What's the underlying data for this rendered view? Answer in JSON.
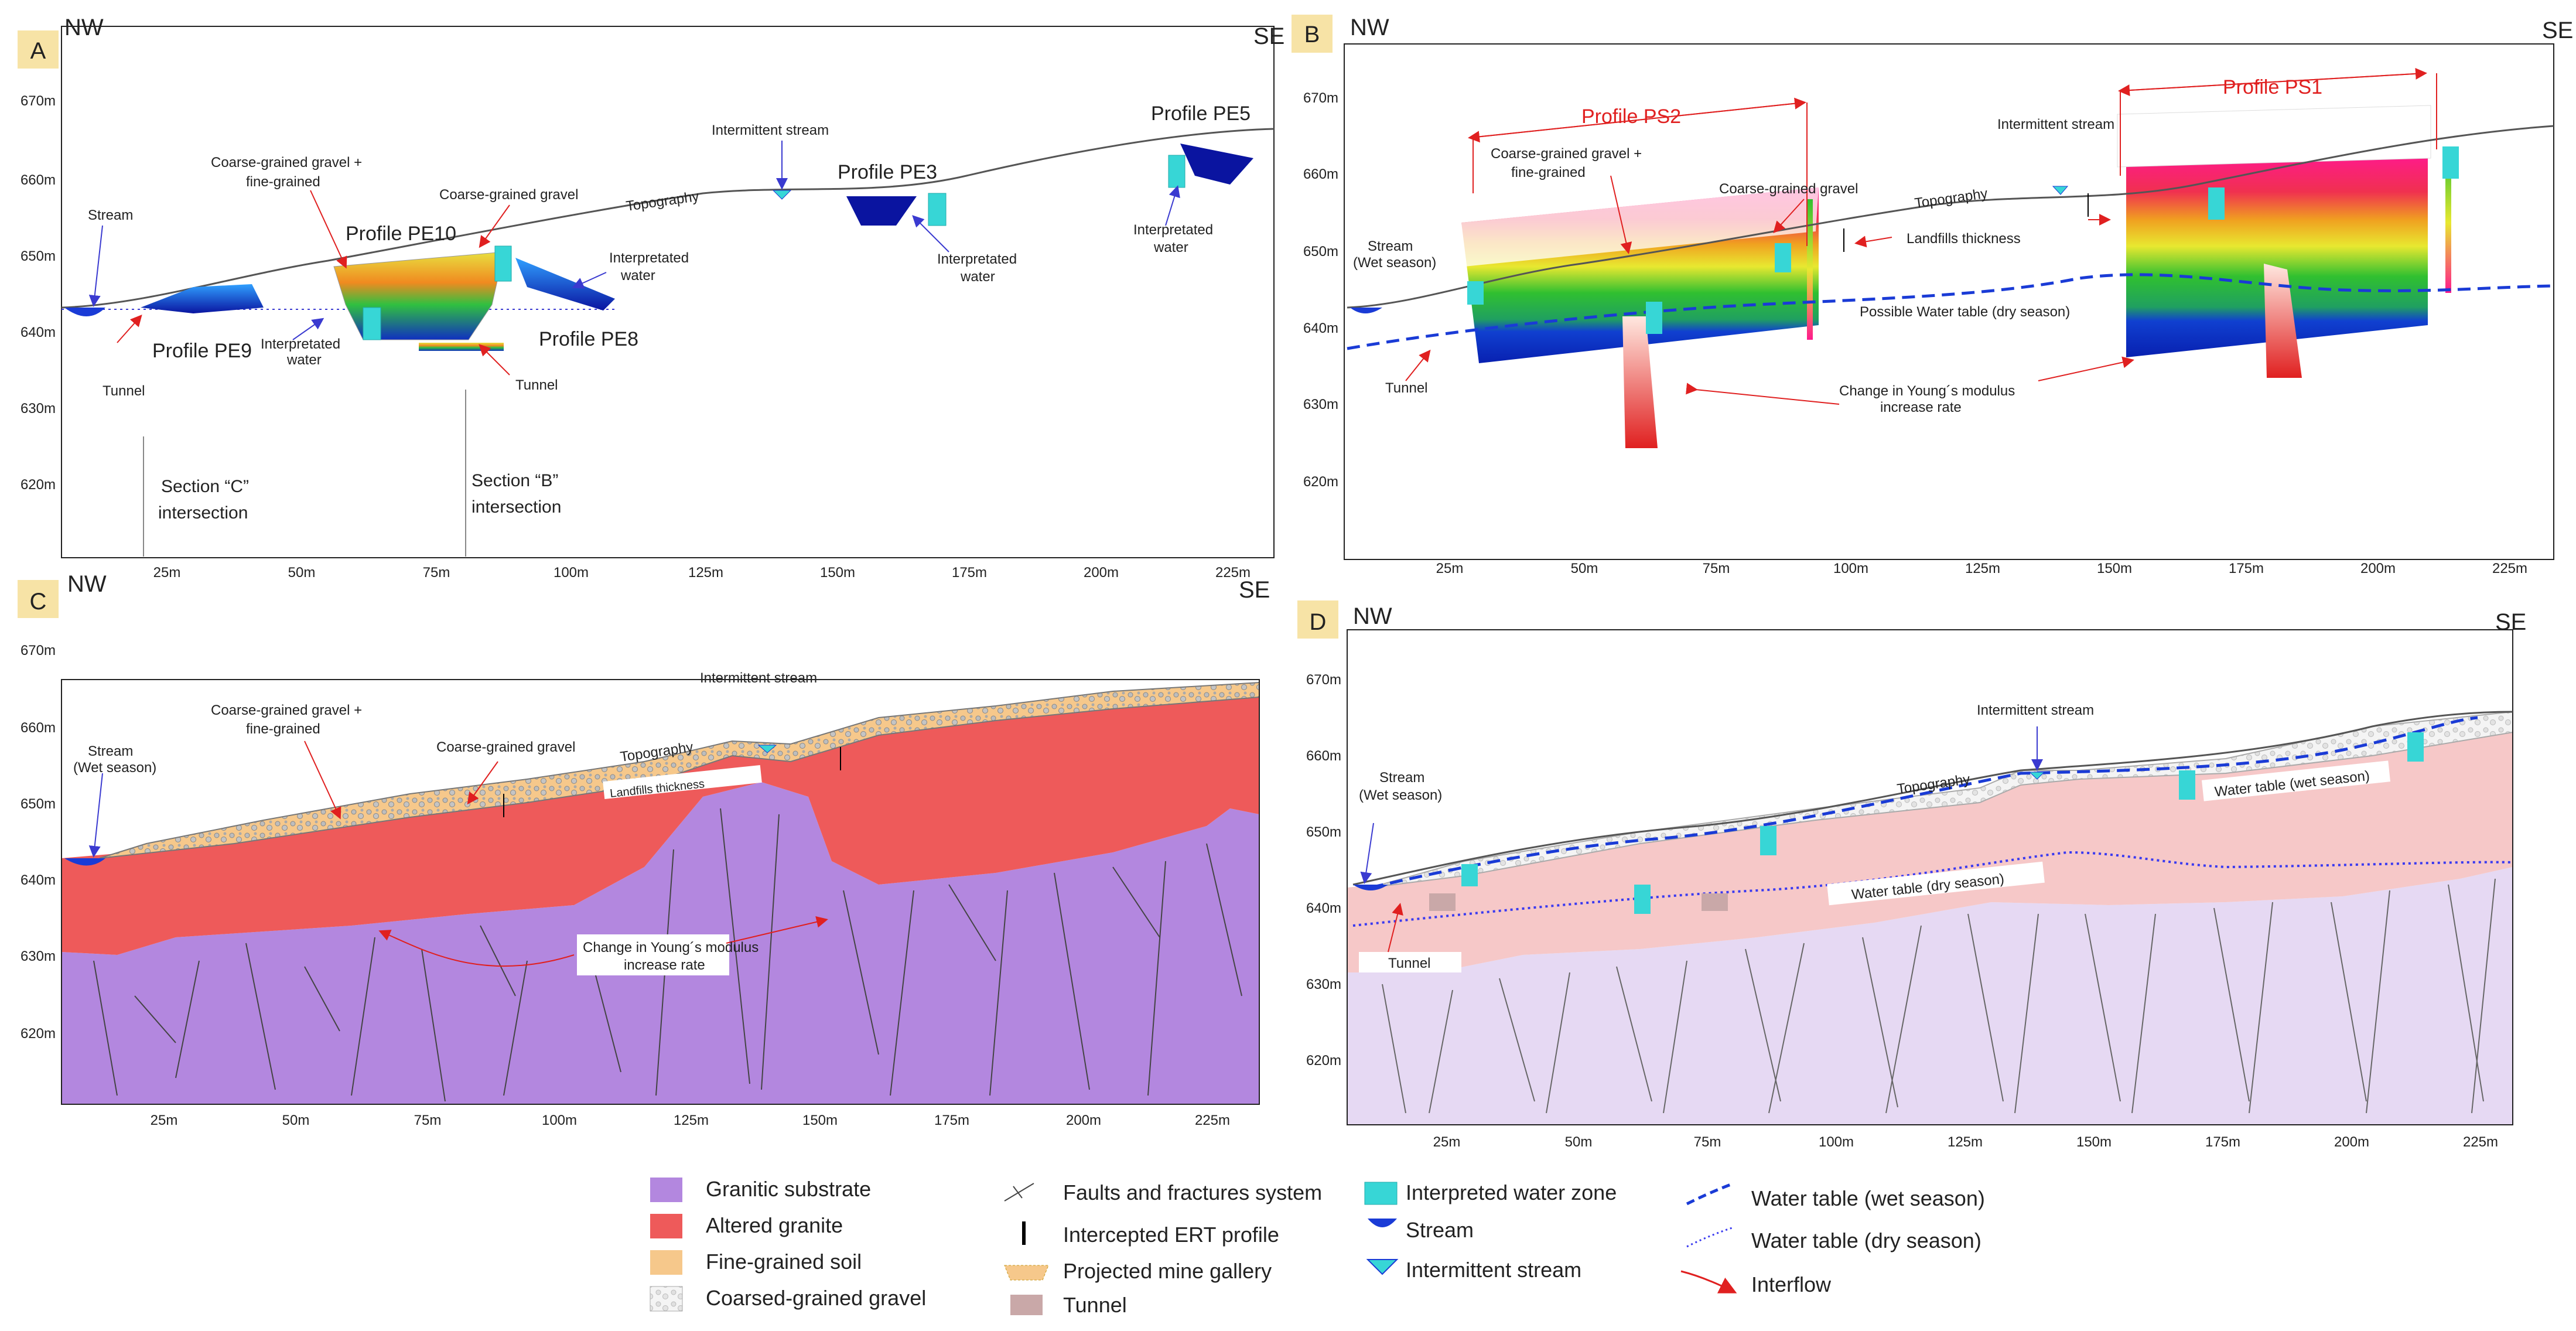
{
  "panels": {
    "A": {
      "letter": "A",
      "nw": "NW",
      "se": "SE",
      "x_ticks": [
        "25m",
        "50m",
        "75m",
        "100m",
        "125m",
        "150m",
        "175m",
        "200m",
        "225m"
      ],
      "y_ticks": [
        "670m",
        "660m",
        "650m",
        "640m",
        "630m",
        "620m"
      ],
      "labels": {
        "pe5": "Profile PE5",
        "pe3": "Profile PE3",
        "pe10": "Profile PE10",
        "pe9": "Profile PE9",
        "pe8": "Profile PE8",
        "intermittent_stream": "Intermittent stream",
        "topography": "Topography",
        "coarse_fine_1": "Coarse-grained gravel +",
        "coarse_fine_2": "fine-grained",
        "coarse": "Coarse-grained gravel",
        "stream": "Stream",
        "tunnel1": "Tunnel",
        "tunnel2": "Tunnel",
        "iw1a": "Interpretated",
        "iw1b": "water",
        "iw2a": "Interpretated",
        "iw2b": "water",
        "iw3a": "Interpretated",
        "iw3b": "water",
        "iw4a": "Interpretated",
        "iw4b": "water",
        "sec_c1": "Section “C”",
        "sec_c2": "intersection",
        "sec_b1": "Section “B”",
        "sec_b2": "intersection"
      }
    },
    "B": {
      "letter": "B",
      "nw": "NW",
      "se": "SE",
      "x_ticks": [
        "25m",
        "50m",
        "75m",
        "100m",
        "125m",
        "150m",
        "175m",
        "200m",
        "225m"
      ],
      "y_ticks": [
        "670m",
        "660m",
        "650m",
        "640m",
        "630m",
        "620m"
      ],
      "labels": {
        "ps2": "Profile PS2",
        "ps1": "Profile PS1",
        "intermittent_stream": "Intermittent stream",
        "topography": "Topography",
        "coarse_fine_1": "Coarse-grained gravel +",
        "coarse_fine_2": "fine-grained",
        "coarse": "Coarse-grained gravel",
        "stream1": "Stream",
        "stream2": "(Wet season)",
        "landfills": "Landfills thickness",
        "water_table": "Possible Water table (dry season)",
        "tunnel": "Tunnel",
        "young1": "Change in Young´s modulus",
        "young2": "increase rate"
      }
    },
    "C": {
      "letter": "C",
      "nw": "NW",
      "se": "SE",
      "x_ticks": [
        "25m",
        "50m",
        "75m",
        "100m",
        "125m",
        "150m",
        "175m",
        "200m",
        "225m"
      ],
      "y_ticks": [
        "670m",
        "660m",
        "650m",
        "640m",
        "630m",
        "620m"
      ],
      "labels": {
        "intermittent_stream": "Intermittent stream",
        "coarse_fine_1": "Coarse-grained gravel +",
        "coarse_fine_2": "fine-grained",
        "coarse": "Coarse-grained gravel",
        "topography": "Topography",
        "stream1": "Stream",
        "stream2": "(Wet season)",
        "landfills": "Landfills thickness",
        "young1": "Change in Young´s modulus",
        "young2": "increase rate"
      }
    },
    "D": {
      "letter": "D",
      "nw": "NW",
      "se": "SE",
      "x_ticks": [
        "25m",
        "50m",
        "75m",
        "100m",
        "125m",
        "150m",
        "175m",
        "200m",
        "225m"
      ],
      "y_ticks": [
        "670m",
        "660m",
        "650m",
        "640m",
        "630m",
        "620m"
      ],
      "labels": {
        "intermittent_stream": "Intermittent stream",
        "topography": "Topography",
        "stream1": "Stream",
        "stream2": "(Wet season)",
        "wt_wet": "Water table (wet season)",
        "wt_dry": "Water table (dry season)",
        "tunnel": "Tunnel"
      }
    }
  },
  "legend": {
    "granitic": "Granitic substrate",
    "altered": "Altered granite",
    "fine_soil": "Fine-grained soil",
    "coarse_gravel": "Coarsed-grained gravel",
    "faults": "Faults and fractures system",
    "ert": "Intercepted ERT profile",
    "mine": "Projected mine gallery",
    "tunnel": "Tunnel",
    "water_zone": "Interpreted water zone",
    "stream": "Stream",
    "intermittent": "Intermittent stream",
    "wt_wet": "Water table (wet season)",
    "wt_dry": "Water table (dry season)",
    "interflow": "Interflow"
  },
  "colors": {
    "granitic": "#b387df",
    "altered": "#ee5a5a",
    "fine_soil": "#f6c88b",
    "coarse_gravel": "#d9d9d9",
    "water_zone": "#37d6d6",
    "stream": "#1a3bd6",
    "wet_line": "#1a3bd6",
    "dry_line": "#3a3af0",
    "interflow": "#e02020",
    "tunnel": "#c9a8a8",
    "d_substrate": "#e6d9f3",
    "d_altered": "#f6c8c8"
  }
}
